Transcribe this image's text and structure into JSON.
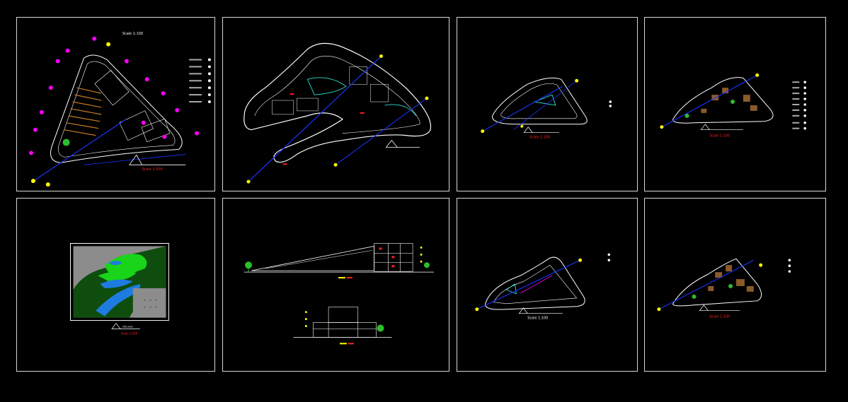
{
  "sheets": {
    "plan_a": {
      "title": "Scale 1:100",
      "scale": "Scale 1:500"
    },
    "plan_b": {},
    "plan_c": {
      "scale": "Scale 1:100"
    },
    "plan_d": {
      "scale": "Scale 1:100"
    },
    "site": {
      "title": "site plan",
      "scale": "Scale 1:500"
    },
    "elev": {},
    "plan_g": {
      "scale": "Scale 1:100"
    },
    "plan_h": {
      "scale": "Scale 1:100"
    }
  },
  "colors": {
    "frame": "#d8d8d8",
    "line": "#ffffff",
    "axis": "#1b34ff",
    "marker_magenta": "#ff00ff",
    "marker_yellow": "#ffff00",
    "label_red": "#ff2020",
    "landscape_green": "#19d419",
    "water_blue": "#1e7be0",
    "paving_gray": "#8c8c8c"
  },
  "icons": [
    "north-arrow-icon",
    "tree-icon",
    "grid-marker-icon"
  ]
}
